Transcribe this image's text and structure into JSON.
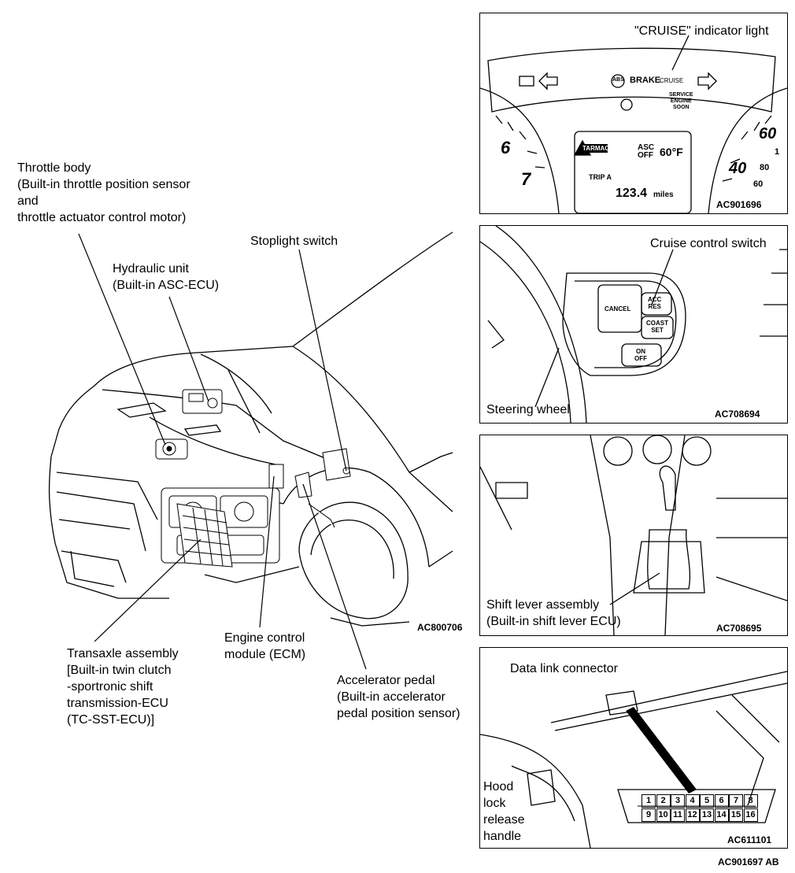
{
  "main": {
    "labels": {
      "throttle_body": "Throttle body\n(Built-in throttle position sensor\nand\nthrottle actuator control motor)",
      "hydraulic_unit": "Hydraulic unit\n(Built-in ASC-ECU)",
      "stoplight_switch": "Stoplight switch",
      "transaxle": "Transaxle assembly\n[Built-in twin clutch\n-sportronic shift\ntransmission-ECU\n(TC-SST-ECU)]",
      "ecm": "Engine control\nmodule (ECM)",
      "accelerator": "Accelerator pedal\n(Built-in accelerator\npedal position sensor)"
    },
    "code": "AC800706"
  },
  "panel_cluster": {
    "label": "\"CRUISE\" indicator light",
    "code": "AC901696",
    "text": {
      "abs": "ABS",
      "brake": "BRAKE",
      "cruise": "CRUISE",
      "service": "SERVICE\nENGINE\nSOON",
      "tarmac": "TARMAC",
      "asc_off": "ASC\nOFF",
      "temp": "60°F",
      "trip": "TRIP A",
      "miles_value": "123.4",
      "miles_unit": "miles",
      "tach6": "6",
      "tach7": "7",
      "spd60": "60",
      "spd40": "40",
      "spd1": "1",
      "spd80": "80",
      "spd60b": "60"
    }
  },
  "panel_wheel": {
    "label": "Cruise control switch",
    "steering": "Steering wheel",
    "code": "AC708694",
    "buttons": {
      "cancel": "CANCEL",
      "acc_res": "ACC\nRES",
      "coast_set": "COAST\nSET",
      "on_off": "ON\nOFF"
    }
  },
  "panel_shift": {
    "label": "Shift lever assembly\n(Built-in shift lever ECU)",
    "code": "AC708695"
  },
  "panel_dlc": {
    "label": "Data link connector",
    "hood": "Hood\nlock\nrelease\nhandle",
    "code": "AC611101",
    "pins_top": [
      "1",
      "2",
      "3",
      "4",
      "5",
      "6",
      "7",
      "8"
    ],
    "pins_bottom": [
      "9",
      "10",
      "11",
      "12",
      "13",
      "14",
      "15",
      "16"
    ]
  },
  "figure_code": "AC901697 AB"
}
